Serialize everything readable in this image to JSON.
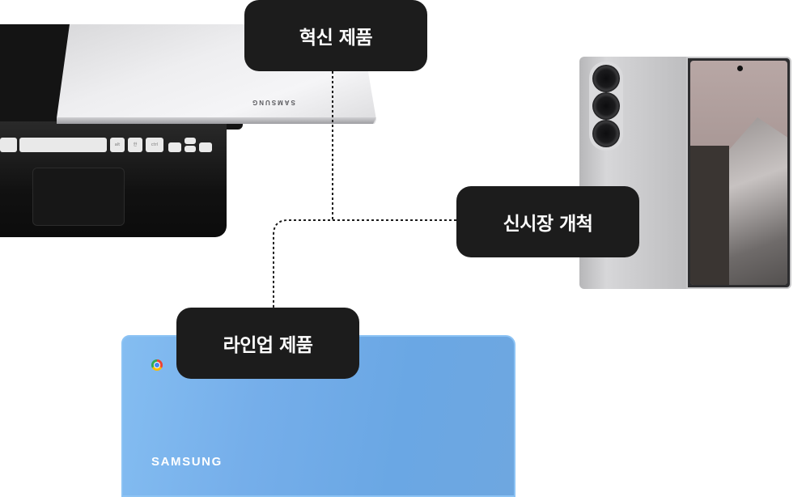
{
  "labels": {
    "innovation": "혁신 제품",
    "new_market": "신시장 개척",
    "lineup": "라인업 제품"
  },
  "products": {
    "laptop": {
      "lid_logo": "SAMSUNG",
      "keys": [
        "alt",
        "한",
        "ctrl"
      ]
    },
    "tablet": {
      "brand": "SAMSUNG",
      "logo_icon": "chrome-icon"
    },
    "phone": {
      "icon": "foldable-phone"
    }
  },
  "colors": {
    "pill_bg": "#1c1c1c",
    "pill_text": "#ffffff",
    "connector": "#1c1c1c",
    "tablet_blue": "#75aeea"
  }
}
